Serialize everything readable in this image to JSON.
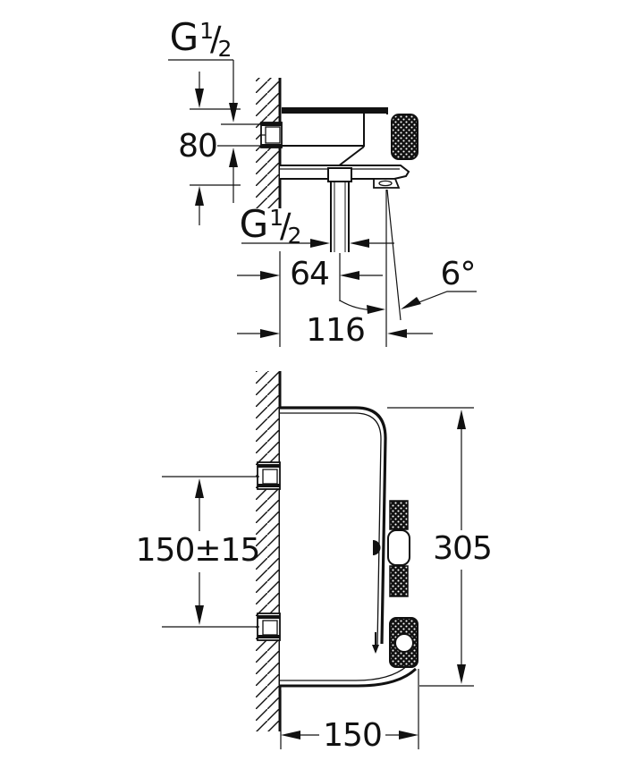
{
  "drawing": {
    "labels": {
      "thread_inlet": {
        "prefix": "G",
        "numerator": "1",
        "slash": "/",
        "denominator": "2"
      },
      "thread_spout": {
        "prefix": "G",
        "numerator": "1",
        "slash": "/",
        "denominator": "2"
      },
      "dim_inlet_height": "80",
      "dim_spout_offset": "64",
      "angle_spout": "6°",
      "dim_spout_reach": "116",
      "dim_inlet_spacing": "150±15",
      "dim_body_height": "305",
      "dim_body_depth": "150"
    },
    "colors": {
      "line": "#111111",
      "background": "#ffffff"
    }
  }
}
